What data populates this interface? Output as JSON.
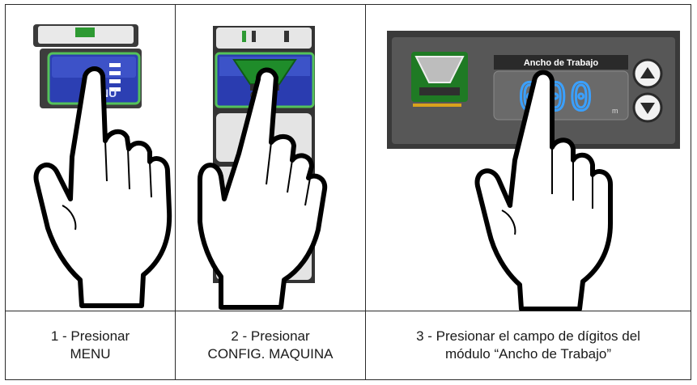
{
  "steps": [
    {
      "caption_line1": "1 - Presionar",
      "caption_line2": "MENU"
    },
    {
      "caption_line1": "2 - Presionar",
      "caption_line2": "CONFIG. MAQUINA"
    },
    {
      "caption_line1": "3 - Presionar el campo de dígitos del",
      "caption_line2": "módulo “Ancho de Trabajo”"
    }
  ],
  "panel": {
    "title": "Ancho de Trabajo",
    "digits": "000",
    "unit": "m"
  },
  "icons": {
    "step1": "menu-button-icon",
    "step2": "machine-config-icon",
    "step3": "seeder-module-icon",
    "increase": "arrow-up-icon",
    "decrease": "arrow-down-icon",
    "hand": "pointing-hand-icon"
  },
  "colors": {
    "screen_dark": "#3c3c3c",
    "green": "#2f8f2f",
    "blue": "#2233aa",
    "digit_blue": "#3aa0ff"
  }
}
